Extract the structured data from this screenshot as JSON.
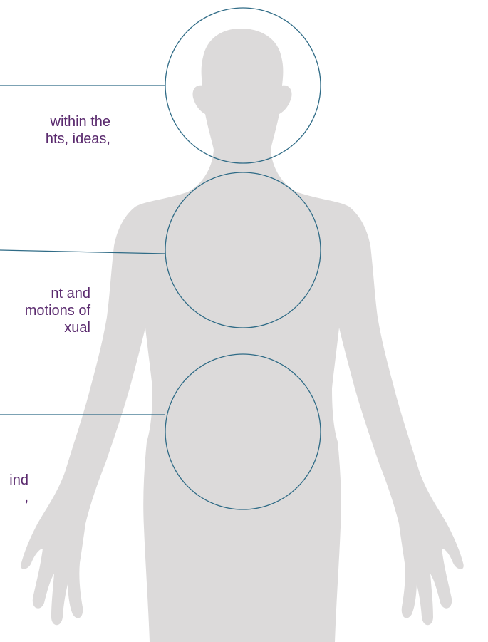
{
  "colors": {
    "silhouette": "#dcdada",
    "circle_stroke": "#2f6b86",
    "leader_line": "#2f6b86",
    "text": "#5a2a6e",
    "background": "#ffffff"
  },
  "annotations": [
    {
      "lines": [
        "within the",
        "hts, ideas,"
      ]
    },
    {
      "lines": [
        "nt and",
        "motions of",
        "xual"
      ]
    },
    {
      "lines": [
        "ind",
        ","
      ]
    }
  ]
}
